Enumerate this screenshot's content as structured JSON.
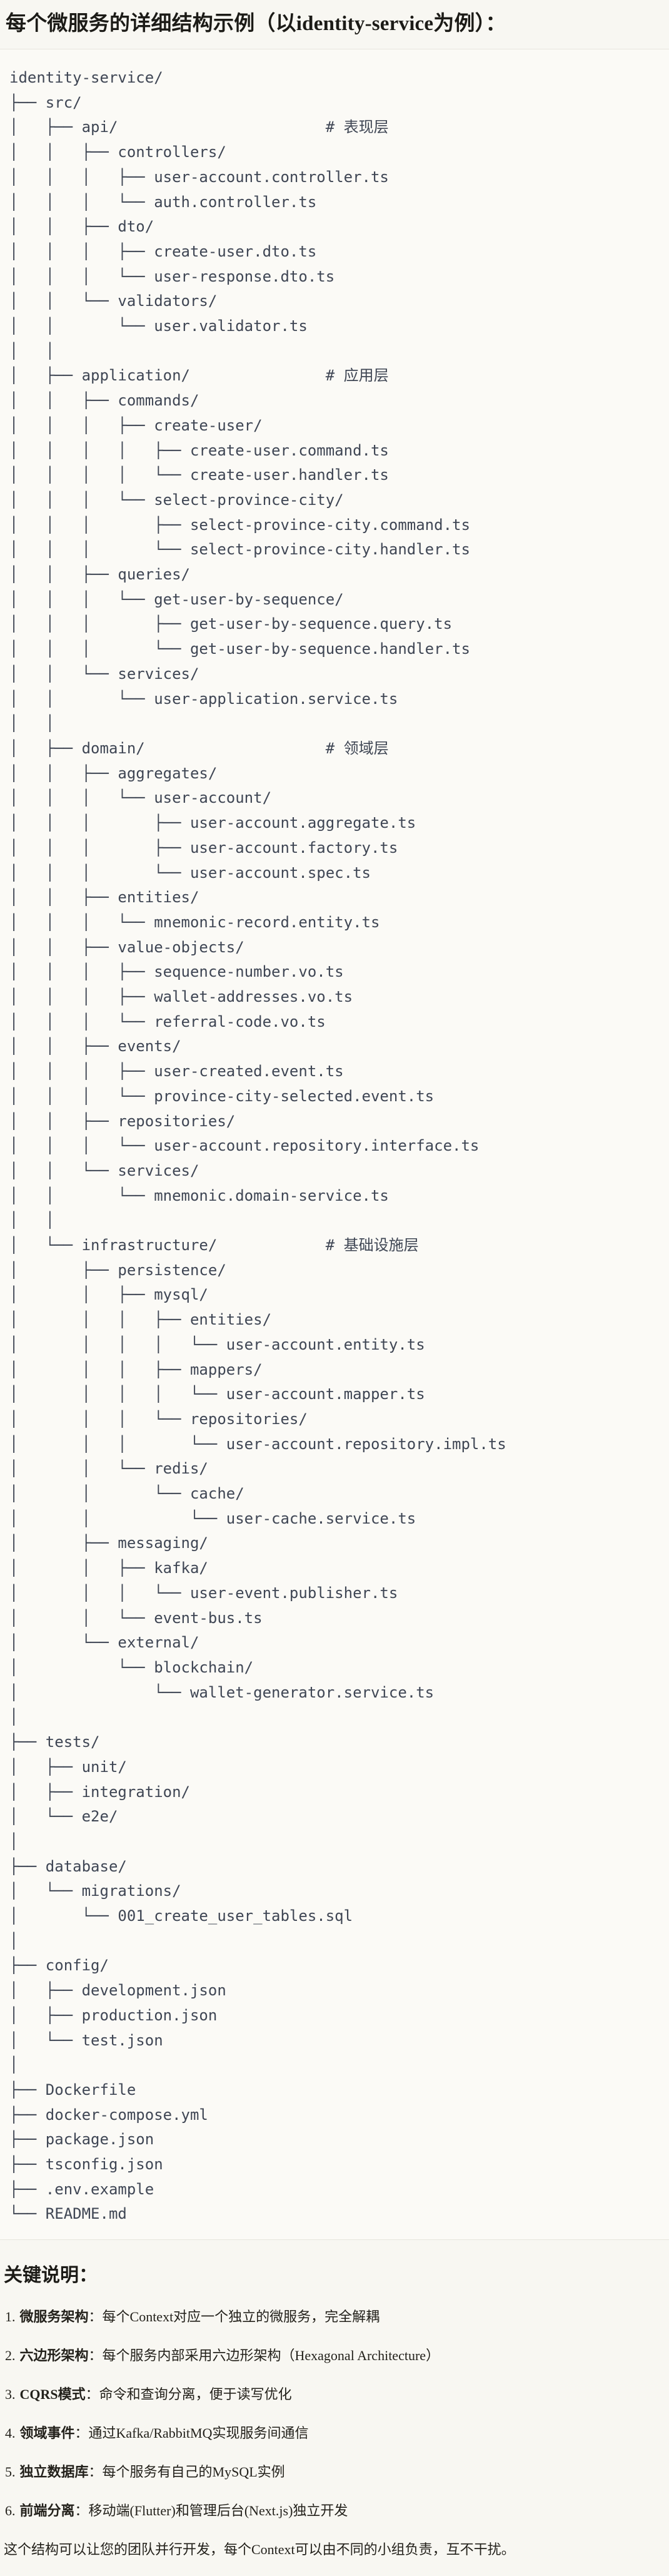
{
  "page": {
    "title": "每个微服务的详细结构示例（以identity-service为例）：",
    "colors": {
      "page_background": "#f8f7f2",
      "code_background": "#fbfaf6",
      "code_border": "#e7e5dd",
      "code_text": "#3f4654",
      "body_text": "#23211b"
    }
  },
  "code_block": {
    "tree_lines": [
      "identity-service/",
      "├── src/",
      "│   ├── api/                       # 表现层",
      "│   │   ├── controllers/",
      "│   │   │   ├── user-account.controller.ts",
      "│   │   │   └── auth.controller.ts",
      "│   │   ├── dto/",
      "│   │   │   ├── create-user.dto.ts",
      "│   │   │   └── user-response.dto.ts",
      "│   │   └── validators/",
      "│   │       └── user.validator.ts",
      "│   │",
      "│   ├── application/               # 应用层",
      "│   │   ├── commands/",
      "│   │   │   ├── create-user/",
      "│   │   │   │   ├── create-user.command.ts",
      "│   │   │   │   └── create-user.handler.ts",
      "│   │   │   └── select-province-city/",
      "│   │   │       ├── select-province-city.command.ts",
      "│   │   │       └── select-province-city.handler.ts",
      "│   │   ├── queries/",
      "│   │   │   └── get-user-by-sequence/",
      "│   │   │       ├── get-user-by-sequence.query.ts",
      "│   │   │       └── get-user-by-sequence.handler.ts",
      "│   │   └── services/",
      "│   │       └── user-application.service.ts",
      "│   │",
      "│   ├── domain/                    # 领域层",
      "│   │   ├── aggregates/",
      "│   │   │   └── user-account/",
      "│   │   │       ├── user-account.aggregate.ts",
      "│   │   │       ├── user-account.factory.ts",
      "│   │   │       └── user-account.spec.ts",
      "│   │   ├── entities/",
      "│   │   │   └── mnemonic-record.entity.ts",
      "│   │   ├── value-objects/",
      "│   │   │   ├── sequence-number.vo.ts",
      "│   │   │   ├── wallet-addresses.vo.ts",
      "│   │   │   └── referral-code.vo.ts",
      "│   │   ├── events/",
      "│   │   │   ├── user-created.event.ts",
      "│   │   │   └── province-city-selected.event.ts",
      "│   │   ├── repositories/",
      "│   │   │   └── user-account.repository.interface.ts",
      "│   │   └── services/",
      "│   │       └── mnemonic.domain-service.ts",
      "│   │",
      "│   └── infrastructure/            # 基础设施层",
      "│       ├── persistence/",
      "│       │   ├── mysql/",
      "│       │   │   ├── entities/",
      "│       │   │   │   └── user-account.entity.ts",
      "│       │   │   ├── mappers/",
      "│       │   │   │   └── user-account.mapper.ts",
      "│       │   │   └── repositories/",
      "│       │   │       └── user-account.repository.impl.ts",
      "│       │   └── redis/",
      "│       │       └── cache/",
      "│       │           └── user-cache.service.ts",
      "│       ├── messaging/",
      "│       │   ├── kafka/",
      "│       │   │   └── user-event.publisher.ts",
      "│       │   └── event-bus.ts",
      "│       └── external/",
      "│           └── blockchain/",
      "│               └── wallet-generator.service.ts",
      "│",
      "├── tests/",
      "│   ├── unit/",
      "│   ├── integration/",
      "│   └── e2e/",
      "│",
      "├── database/",
      "│   └── migrations/",
      "│       └── 001_create_user_tables.sql",
      "│",
      "├── config/",
      "│   ├── development.json",
      "│   ├── production.json",
      "│   └── test.json",
      "│",
      "├── Dockerfile",
      "├── docker-compose.yml",
      "├── package.json",
      "├── tsconfig.json",
      "├── .env.example",
      "└── README.md"
    ]
  },
  "notes": {
    "heading": "关键说明：",
    "items": [
      {
        "num": "1.",
        "label": "微服务架构",
        "text": "：每个Context对应一个独立的微服务，完全解耦"
      },
      {
        "num": "2.",
        "label": "六边形架构",
        "text": "：每个服务内部采用六边形架构（Hexagonal Architecture）"
      },
      {
        "num": "3.",
        "label": "CQRS模式",
        "text": "：命令和查询分离，便于读写优化"
      },
      {
        "num": "4.",
        "label": "领域事件",
        "text": "：通过Kafka/RabbitMQ实现服务间通信"
      },
      {
        "num": "5.",
        "label": "独立数据库",
        "text": "：每个服务有自己的MySQL实例"
      },
      {
        "num": "6.",
        "label": "前端分离",
        "text": "：移动端(Flutter)和管理后台(Next.js)独立开发"
      }
    ],
    "footer": "这个结构可以让您的团队并行开发，每个Context可以由不同的小组负责，互不干扰。"
  }
}
